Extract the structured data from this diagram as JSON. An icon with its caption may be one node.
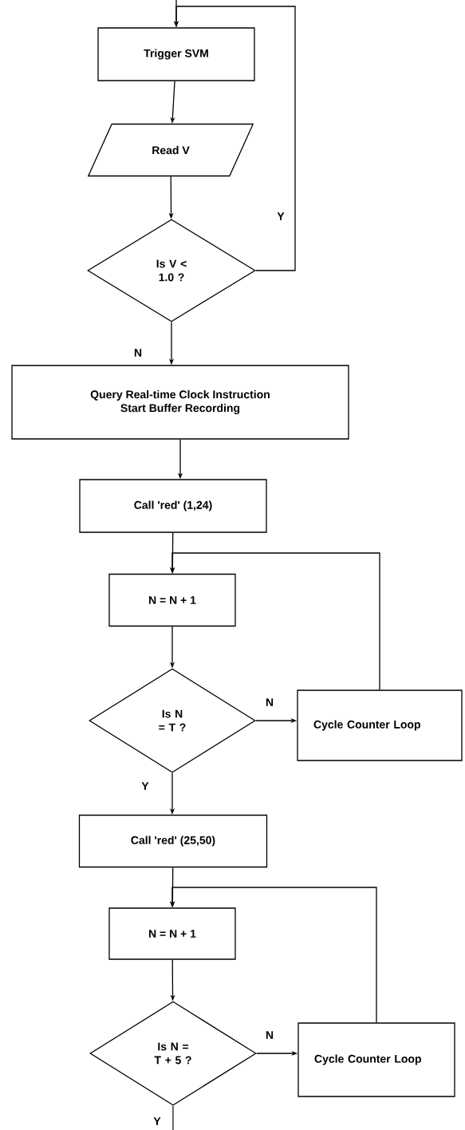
{
  "diagram": {
    "nodes": [
      {
        "text": [
          "Trigger SVM"
        ]
      },
      {
        "text": [
          "Read V"
        ]
      },
      {
        "text": [
          "Is V < 1.0 ?"
        ]
      },
      {
        "text": [
          "Query Real-time Clock Instruction",
          "Start Buffer Recording"
        ]
      },
      {
        "text": [
          "Call 'red' (1,24)"
        ]
      },
      {
        "text": [
          "N = N + 1"
        ]
      },
      {
        "text": [
          "Is N = T ?"
        ]
      },
      {
        "text": [
          "Cycle Counter Loop"
        ]
      },
      {
        "text": [
          "Call 'red' (25,50)"
        ]
      },
      {
        "text": [
          "N = N + 1"
        ]
      },
      {
        "text": [
          "Is N = T + 5 ?"
        ]
      },
      {
        "text": [
          "Cycle Counter Loop"
        ]
      }
    ],
    "edges": [
      {
        "from": null,
        "to": 0,
        "arrow": "to"
      },
      {
        "from": 0,
        "to": 1,
        "arrow": "to"
      },
      {
        "from": 1,
        "to": 2,
        "arrow": "to"
      },
      {
        "from": 2,
        "to": 3,
        "arrow": "to",
        "label": "N"
      },
      {
        "from": 2,
        "to": 0,
        "arrow": "to",
        "label": "Y"
      },
      {
        "from": 3,
        "to": 4,
        "arrow": "to"
      },
      {
        "from": 4,
        "to": 5,
        "arrow": "to"
      },
      {
        "from": 5,
        "to": 6,
        "arrow": "to"
      },
      {
        "from": 6,
        "to": 7,
        "arrow": "to",
        "label": "N"
      },
      {
        "from": 7,
        "to": 5,
        "arrow": "to"
      },
      {
        "from": 6,
        "to": 8,
        "arrow": "to",
        "label": "Y"
      },
      {
        "from": 8,
        "to": 9,
        "arrow": "to"
      },
      {
        "from": 9,
        "to": 10,
        "arrow": "to"
      },
      {
        "from": 10,
        "to": 11,
        "arrow": "to",
        "label": "N"
      },
      {
        "from": 11,
        "to": 9,
        "arrow": "to"
      },
      {
        "from": 10,
        "to": null,
        "arrow": "none",
        "label": "Y"
      }
    ]
  }
}
